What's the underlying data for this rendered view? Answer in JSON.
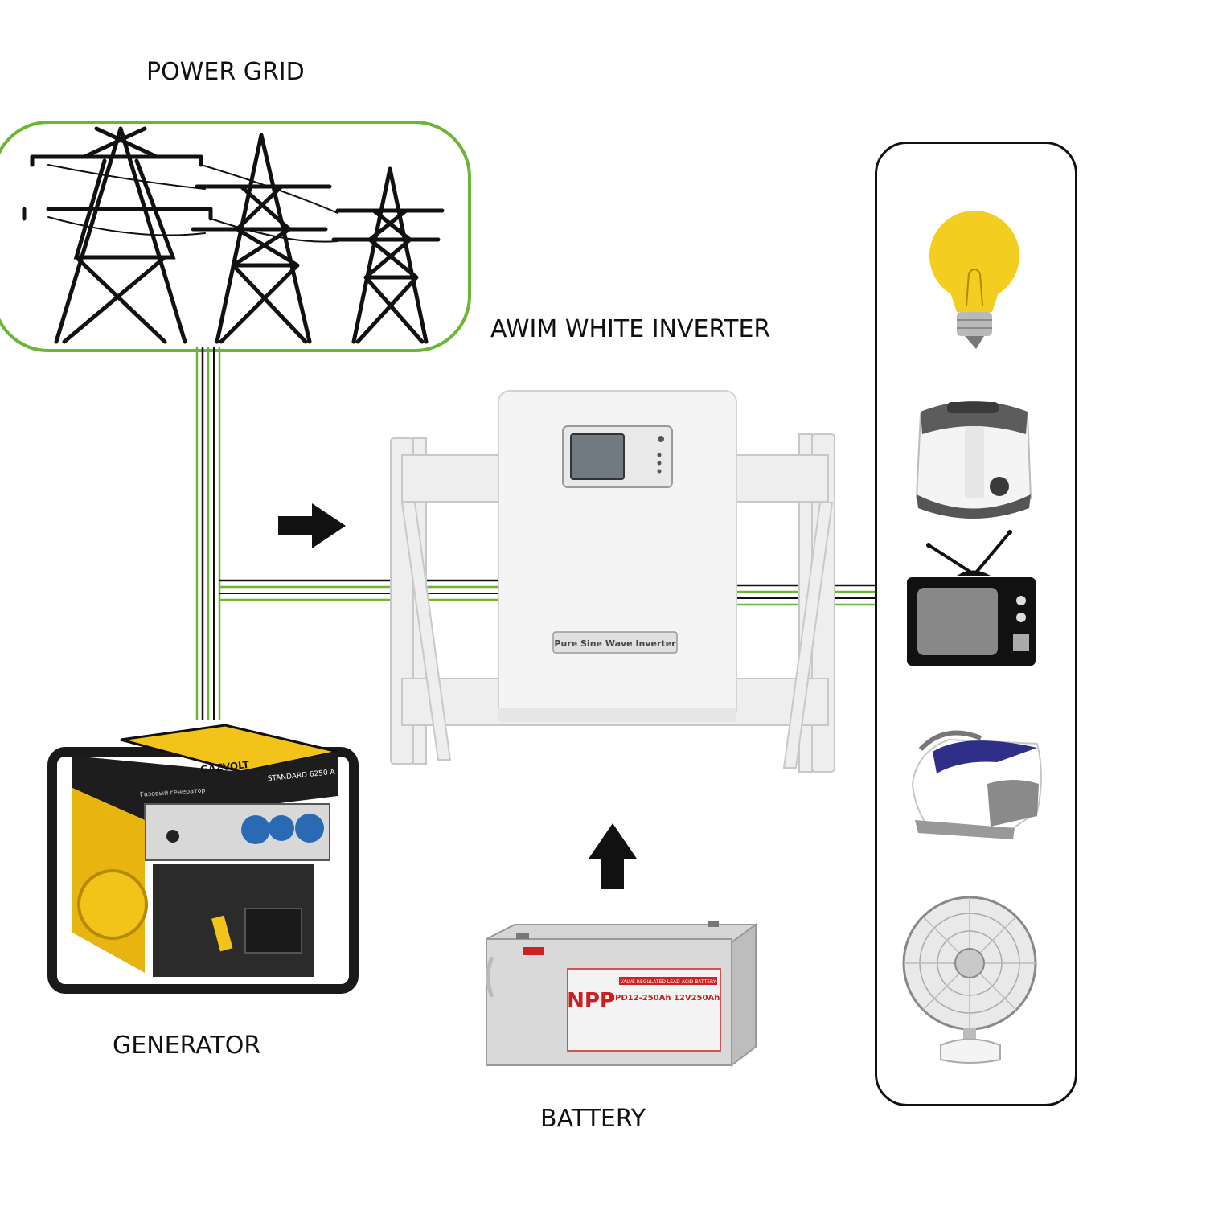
{
  "labels": {
    "power_grid": "POWER GRID",
    "inverter": "AWIM WHITE INVERTER",
    "generator": "GENERATOR",
    "battery": "BATTERY"
  },
  "inverter_panel": {
    "plate_text": "Pure Sine Wave Inverter"
  },
  "generator_panel": {
    "brand": "GAZVOLT",
    "model": "STANDARD 6250 A",
    "subtitle": "Газовый генератор"
  },
  "battery_panel": {
    "brand": "NPP",
    "header": "VALVE REGULATED LEAD-ACID BATTERY",
    "model": "NPD12-250Ah 12V250Ah"
  },
  "colors": {
    "grid_border": "#6ab636",
    "wire_green": "#6ab636",
    "wire_black": "#111111",
    "inverter_body": "#f4f4f4"
  },
  "loads": [
    "light-bulb-icon",
    "deep-fryer-icon",
    "television-icon",
    "steam-iron-icon",
    "table-fan-icon"
  ]
}
